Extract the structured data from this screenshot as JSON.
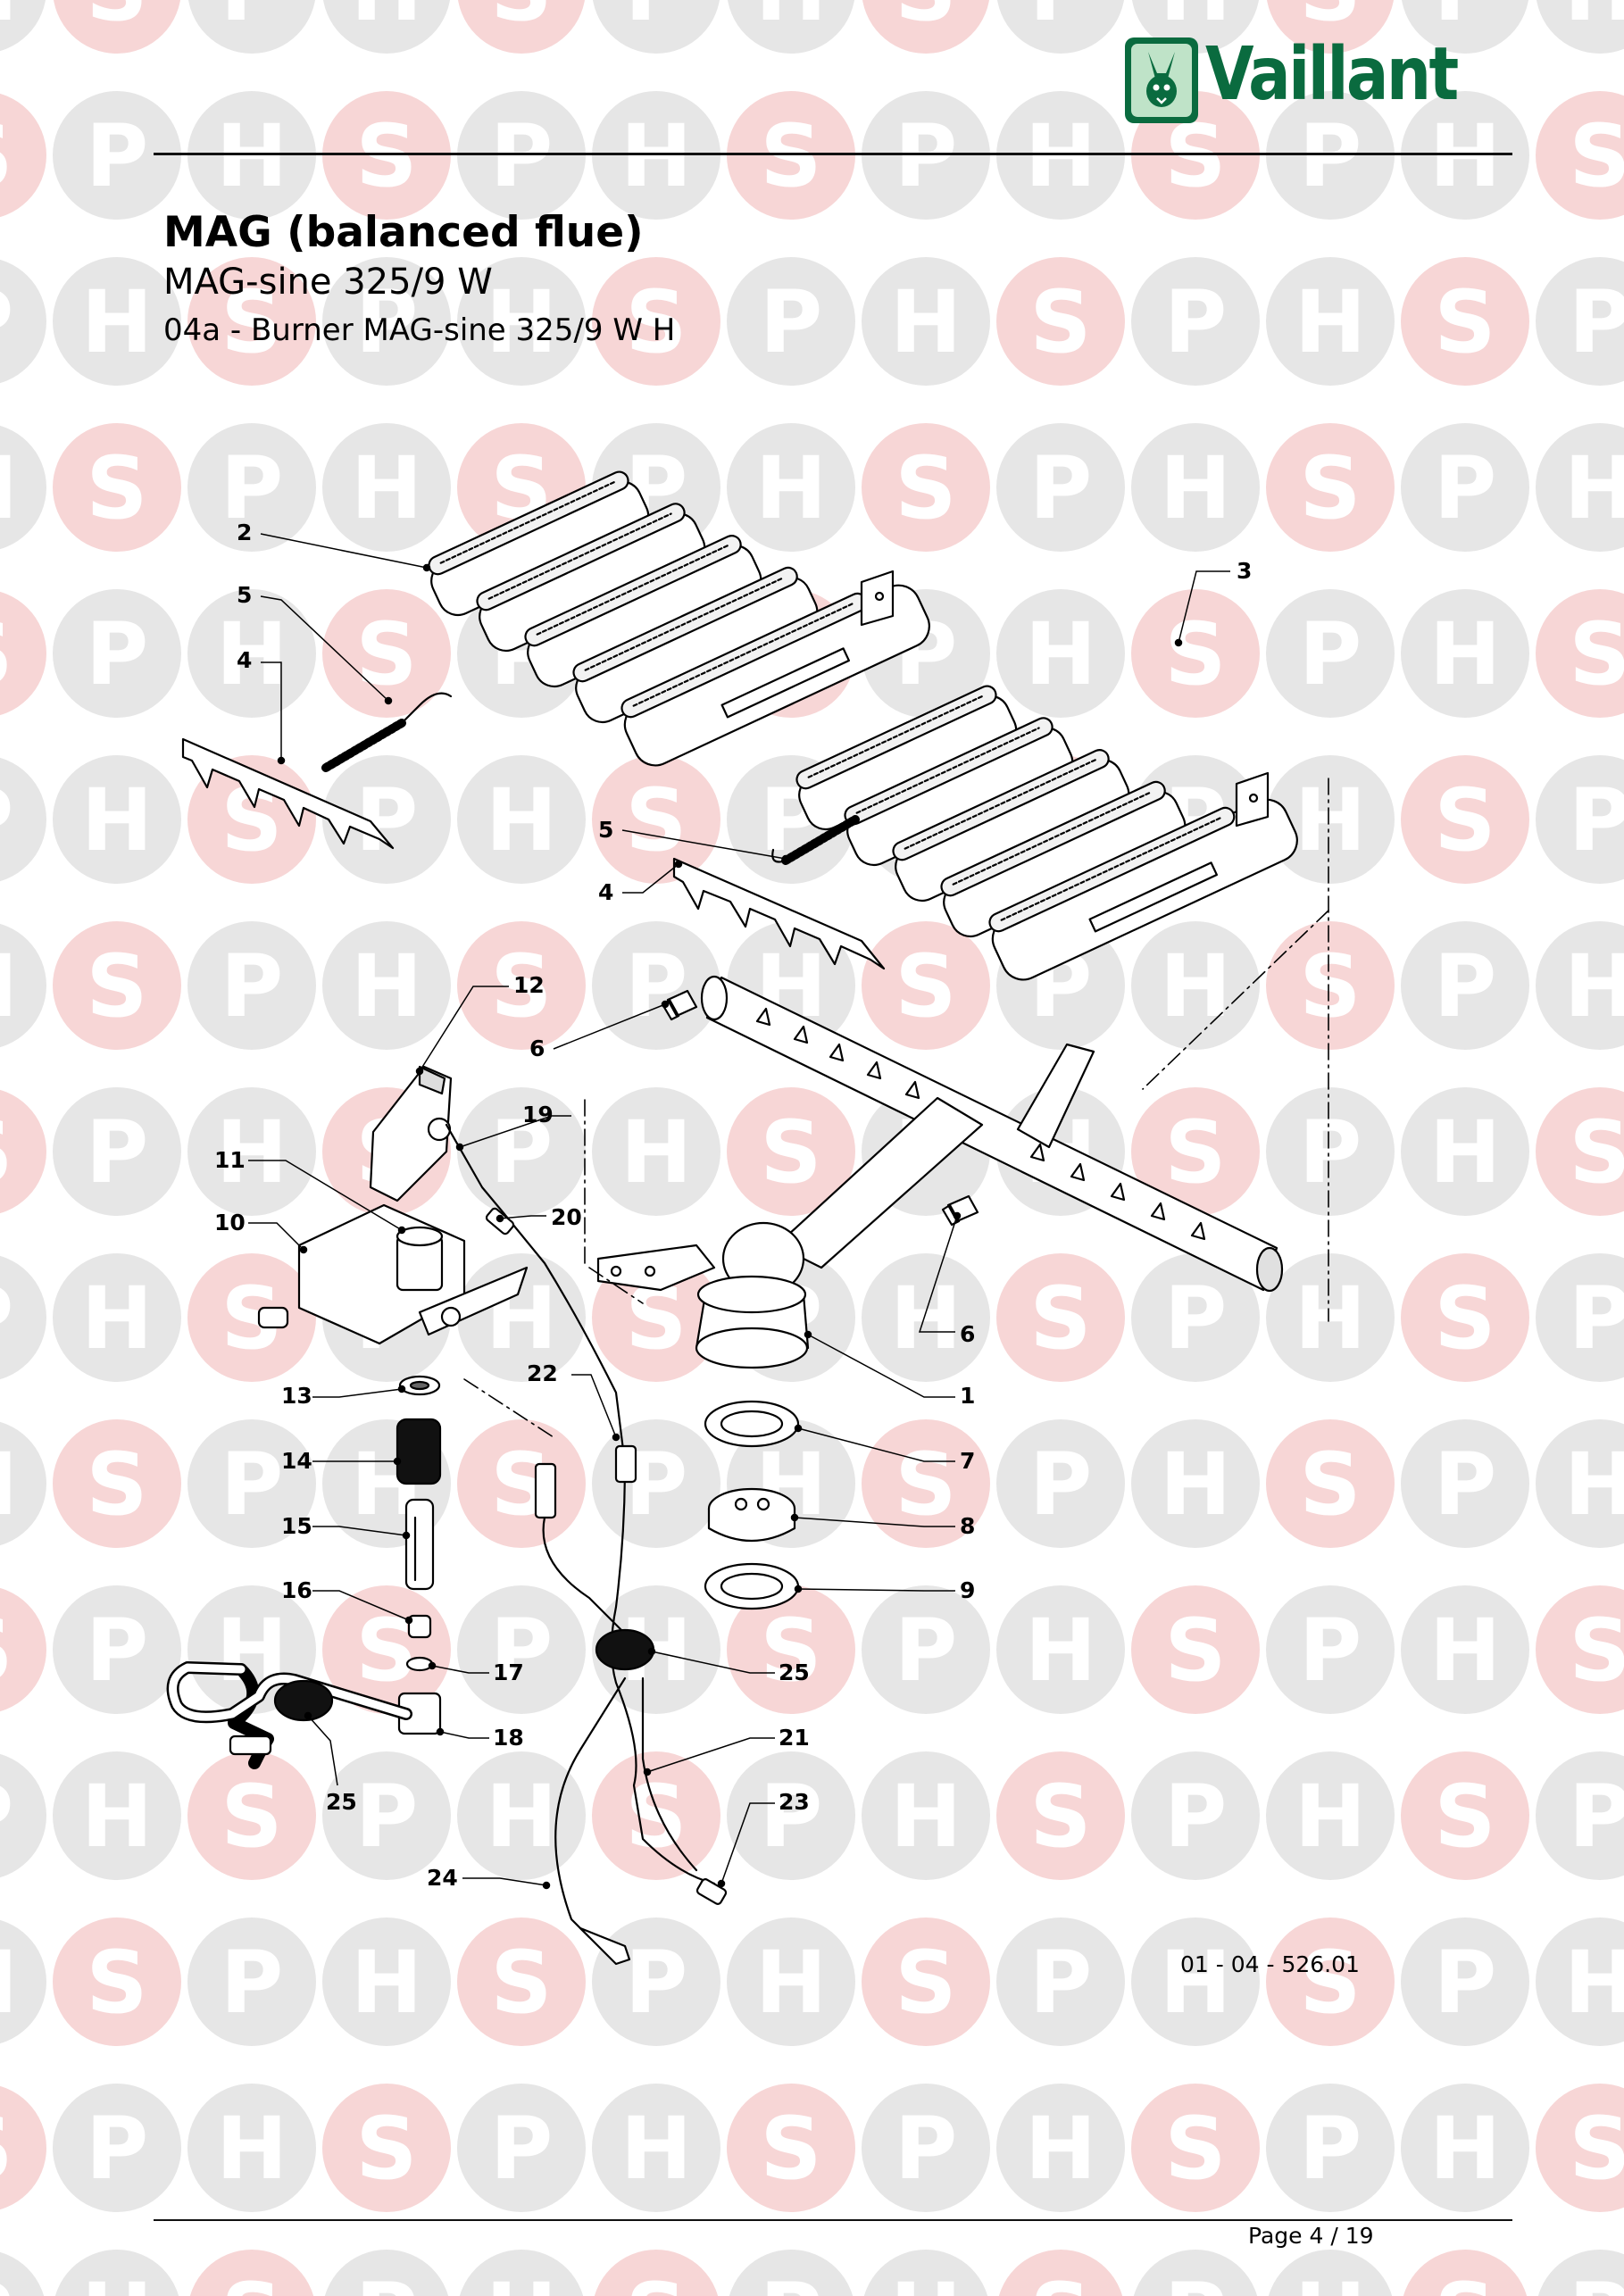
{
  "brand": {
    "name": "Vaillant",
    "colors": {
      "green": "#0a6b3f",
      "light_green": "#bfe3c8"
    }
  },
  "header": {
    "title": "MAG (balanced flue)",
    "model": "MAG-sine 325/9 W",
    "section": "04a - Burner MAG-sine 325/9 W H"
  },
  "watermark": {
    "letters": [
      "H",
      "S",
      "P"
    ],
    "colors": {
      "grey": "#e6e6e6",
      "pink": "#f7d6d6"
    }
  },
  "diagram": {
    "line_color": "#000000",
    "labels": {
      "l1": "1",
      "l2": "2",
      "l3": "3",
      "l4a": "4",
      "l4b": "4",
      "l5a": "5",
      "l5b": "5",
      "l6a": "6",
      "l6b": "6",
      "l7": "7",
      "l8": "8",
      "l9": "9",
      "l10": "10",
      "l11": "11",
      "l12": "12",
      "l13": "13",
      "l14": "14",
      "l15": "15",
      "l16": "16",
      "l17": "17",
      "l18": "18",
      "l19": "19",
      "l20": "20",
      "l21": "21",
      "l22": "22",
      "l23": "23",
      "l24": "24",
      "l25a": "25",
      "l25b": "25"
    }
  },
  "footer": {
    "drawing_ref": "01 - 04 - 526.01",
    "page": "Page 4 / 19"
  }
}
